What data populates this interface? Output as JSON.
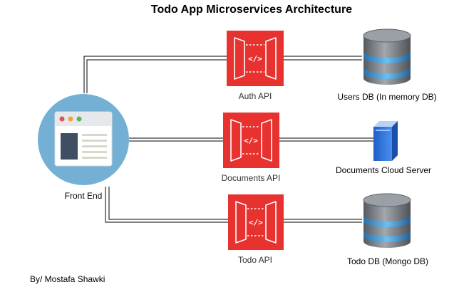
{
  "title": "Todo App Microservices Architecture",
  "author": "By/ Mostafa Shawki",
  "frontend": {
    "label": "Front End"
  },
  "services": [
    {
      "label": "Auth API"
    },
    {
      "label": "Documents API"
    },
    {
      "label": "Todo API"
    }
  ],
  "stores": [
    {
      "label": "Users DB (In memory DB)",
      "icon": "database-icon"
    },
    {
      "label": "Documents Cloud Server",
      "icon": "server-icon"
    },
    {
      "label": "Todo DB (Mongo DB)",
      "icon": "database-icon"
    }
  ],
  "colors": {
    "api_red": "#E7322F",
    "frontend_circle": "#74B0D4",
    "db_gray": "#7A7E83",
    "db_blue": "#4FA3DB",
    "server_blue": "#2F6FD6"
  },
  "api_icon_glyph": "</>"
}
